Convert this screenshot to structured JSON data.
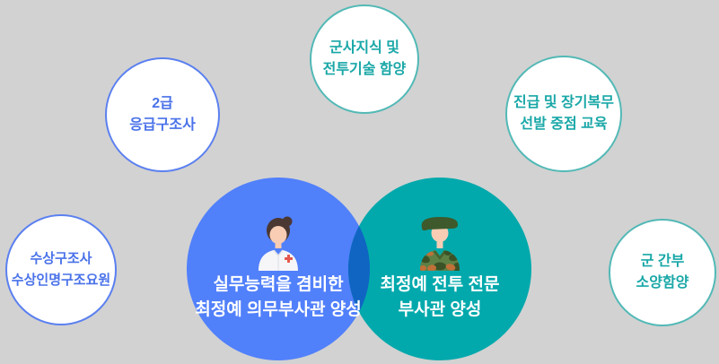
{
  "colors": {
    "background": "#d2d2d2",
    "medical_blue": "#5180fb",
    "combat_teal": "#01a9ac",
    "overlap_blue": "#1065c3",
    "blue_outline": "#5b80f0",
    "blue_text": "#4a72e9",
    "teal_outline": "#52b9b6",
    "teal_text": "#1aa7a7",
    "label_text": "#ffffff"
  },
  "venn": {
    "medical": {
      "icon": "nurse-icon",
      "lines": [
        "실무능력을 겸비한",
        "최정예 의무부사관 양성"
      ]
    },
    "combat": {
      "icon": "soldier-icon",
      "lines": [
        "최정예 전투 전문",
        "부사관 양성"
      ]
    }
  },
  "satellites": [
    {
      "id": "military-knowledge",
      "theme": "teal",
      "lines": [
        "군사지식 및",
        "전투기술 함양"
      ]
    },
    {
      "id": "emt-level2",
      "theme": "blue",
      "lines": [
        "2급",
        "응급구조사"
      ]
    },
    {
      "id": "promotion",
      "theme": "teal",
      "lines": [
        "진급 및 장기복무",
        "선발 중점 교육"
      ]
    },
    {
      "id": "water-rescue",
      "theme": "blue",
      "lines": [
        "수상구조사",
        "수상인명구조요원"
      ]
    },
    {
      "id": "officer-culture",
      "theme": "teal",
      "lines": [
        "군 간부",
        "소양함양"
      ]
    }
  ]
}
